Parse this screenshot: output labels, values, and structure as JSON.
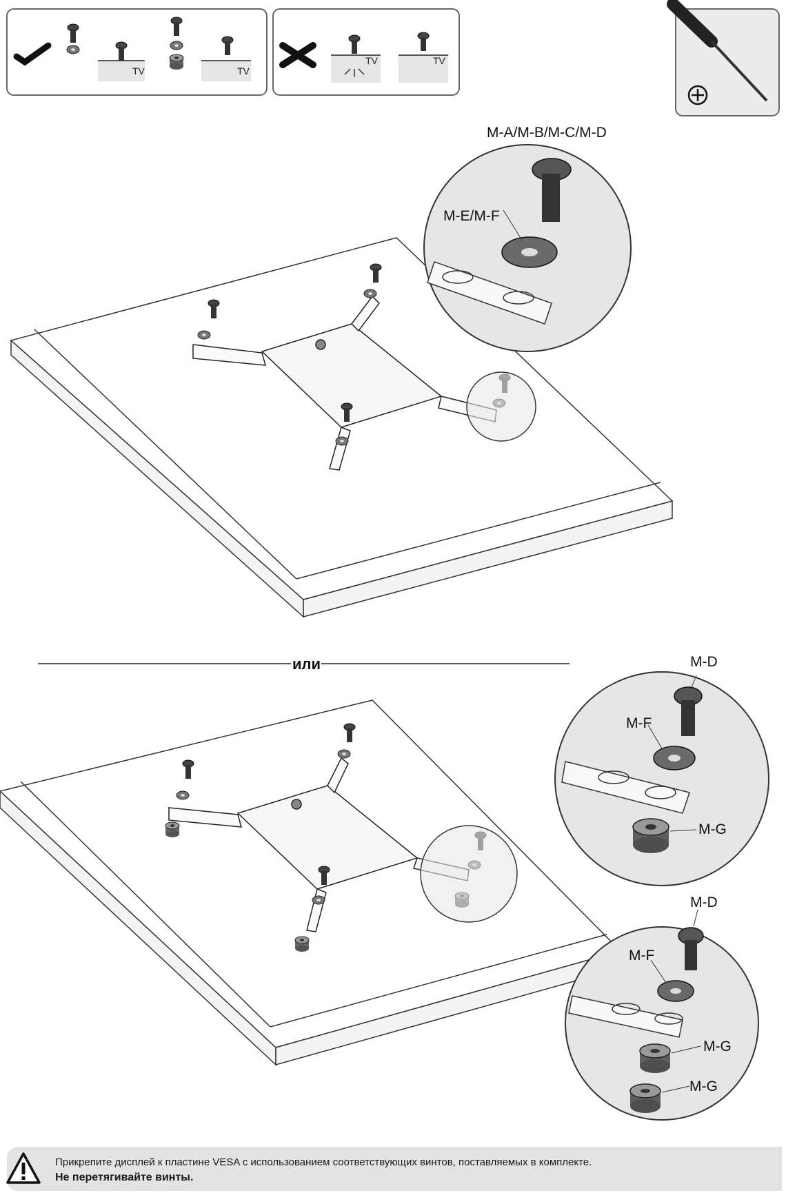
{
  "hint_box": {
    "tv_label": "TV"
  },
  "detail_labels": {
    "screw_top": "M-A/M-B/M-C/M-D",
    "washer_top": "M-E/M-F",
    "screw_mid": "M-D",
    "washer_mid": "M-F",
    "spacer_mid": "M-G",
    "screw_bottom": "M-D",
    "washer_bottom": "M-F",
    "spacer_bottom_1": "M-G",
    "spacer_bottom_2": "M-G"
  },
  "separator": {
    "word": "или"
  },
  "note": {
    "line1": "Прикрепите дисплей к пластине VESA с использованием соответствующих винтов, поставляемых в комплекте.",
    "line2": "Не перетягивайте винты."
  },
  "icons": {
    "check": "check-icon",
    "cross": "cross-icon",
    "screwdriver": "screwdriver-icon",
    "phillips": "phillips-icon",
    "warning": "warning-icon"
  }
}
